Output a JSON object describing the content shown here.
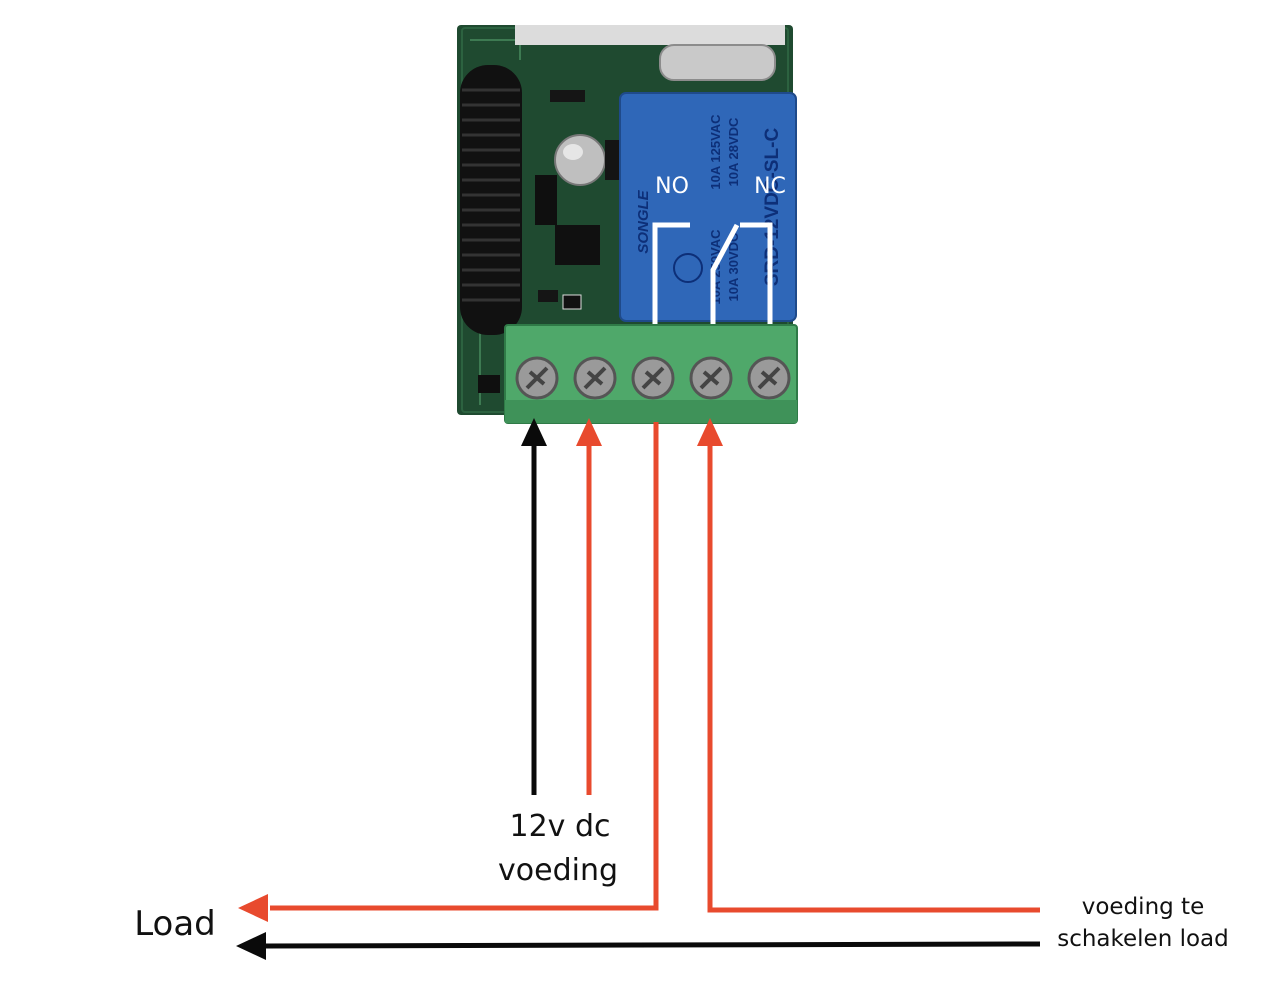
{
  "labels": {
    "no": "NO",
    "nc": "NC",
    "supply_line1": "12v dc",
    "supply_line2": "voeding",
    "load": "Load",
    "switch_line1": "voeding te",
    "switch_line2": "schakelen load"
  },
  "relay_markings": {
    "brand": "SONGLE",
    "model": "SRD-12VDC-SL-C",
    "rating_1": "10A 125VAC",
    "rating_2": "10A 28VDC",
    "rating_3": "10A 250VAC",
    "rating_4": "10A 30VDC"
  },
  "colors": {
    "pcb": "#1f4a30",
    "relay": "#2f67b8",
    "terminal": "#4fa86a",
    "wire_red": "#e84a2e",
    "wire_black": "#0a0a0a",
    "contact_lines": "#ffffff"
  }
}
